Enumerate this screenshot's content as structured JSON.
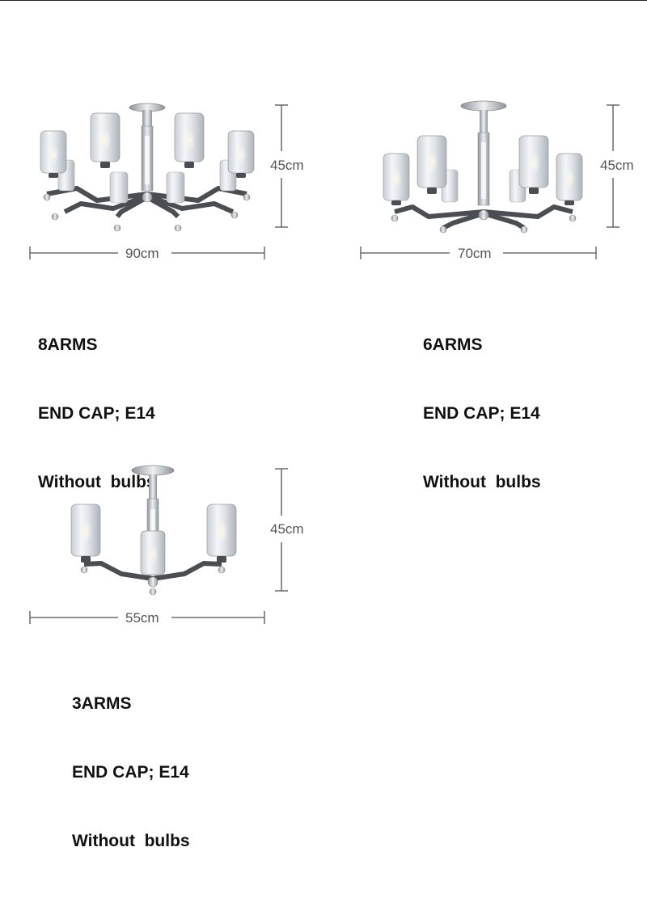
{
  "products": [
    {
      "height_label": "45cm",
      "width_label": "90cm",
      "arms": "8ARMS",
      "cap": "END CAP; E14",
      "bulbs": "Without  bulbs"
    },
    {
      "height_label": "45cm",
      "width_label": "70cm",
      "arms": "6ARMS",
      "cap": "END CAP; E14",
      "bulbs": "Without  bulbs"
    },
    {
      "height_label": "45cm",
      "width_label": "55cm",
      "arms": "3ARMS",
      "cap": "END CAP; E14",
      "bulbs": "Without  bulbs"
    }
  ],
  "colors": {
    "arm": "#4a4d52",
    "chrome": "#b8bcc2",
    "glass": "#e4e8ec",
    "text": "#111111",
    "dimension": "#555555"
  },
  "icons": [
    "chandelier-8-arms-image",
    "chandelier-6-arms-image",
    "chandelier-3-arms-image"
  ]
}
